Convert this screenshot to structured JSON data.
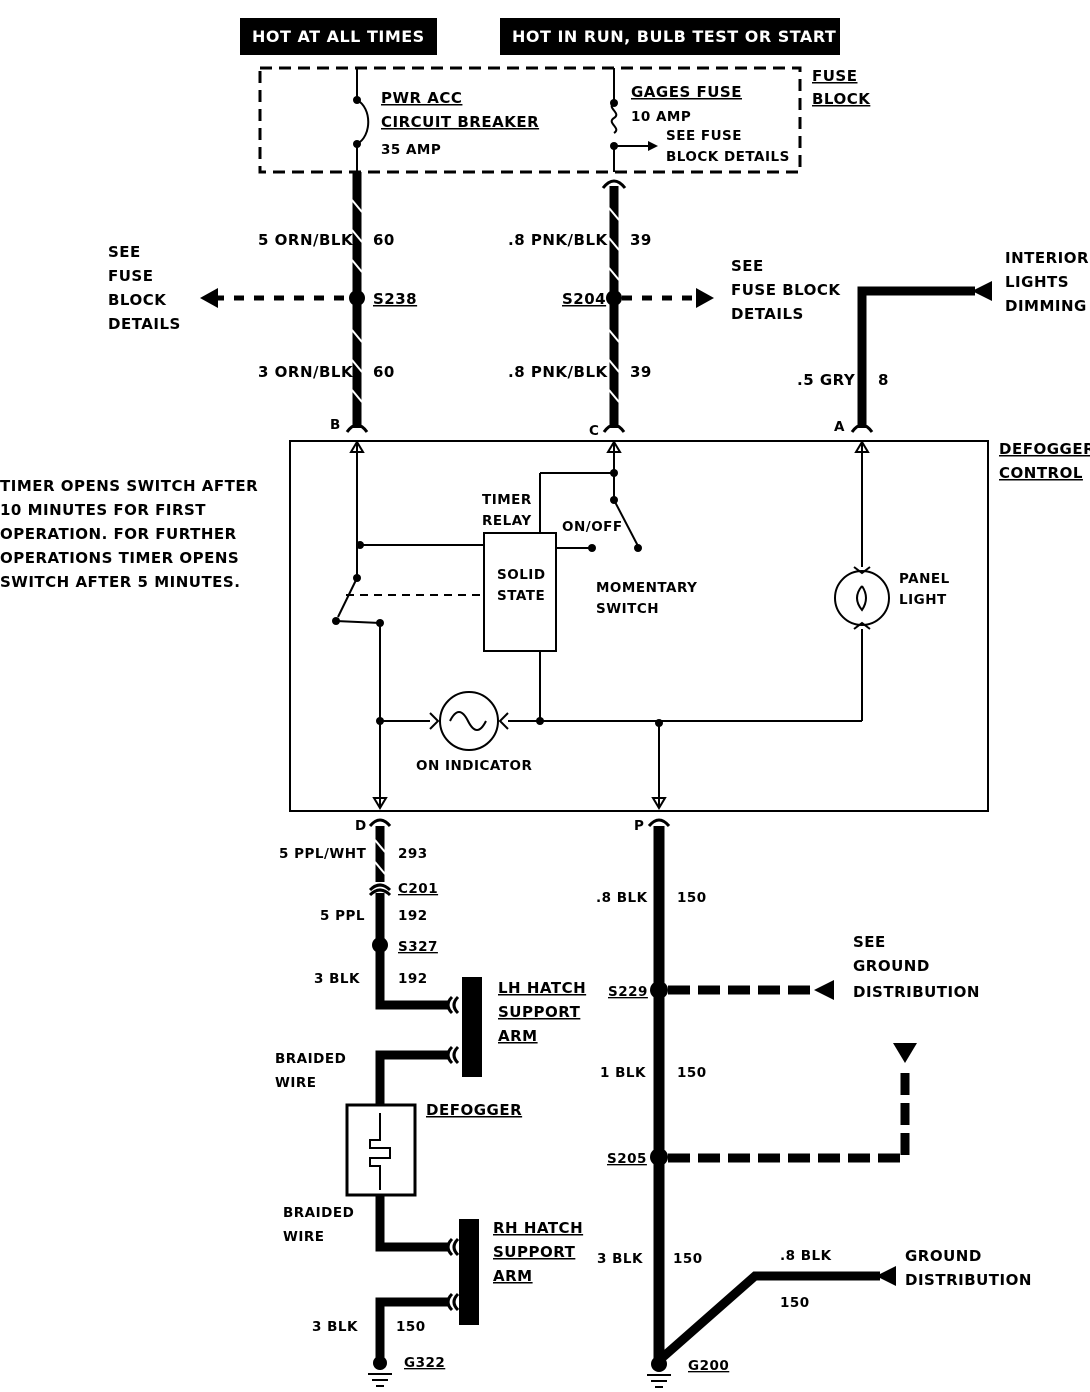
{
  "power": {
    "hot_at_all_times": "HOT AT ALL TIMES",
    "hot_in_run": "HOT IN RUN,  BULB TEST OR START"
  },
  "fuse_block": {
    "label_line1": "FUSE",
    "label_line2": "BLOCK",
    "breaker_line1": "PWR ACC",
    "breaker_line2": "CIRCUIT BREAKER",
    "breaker_rating": "35 AMP",
    "gages_fuse": "GAGES FUSE",
    "gages_rating": "10 AMP",
    "see_fuse_line1": "SEE FUSE",
    "see_fuse_line2": "BLOCK DETAILS"
  },
  "left_branch": {
    "see_line1": "SEE",
    "see_line2": "FUSE",
    "see_line3": "BLOCK",
    "see_line4": "DETAILS",
    "wire_upper": "5 ORN/BLK",
    "circuit_upper": "60",
    "splice": "S238",
    "wire_lower": "3 ORN/BLK",
    "circuit_lower": "60",
    "terminal": "B"
  },
  "center_branch": {
    "wire_upper": ".8 PNK/BLK",
    "circuit_upper": "39",
    "splice": "S204",
    "see_line1": "SEE",
    "see_line2": "FUSE BLOCK",
    "see_line3": "DETAILS",
    "wire_lower": ".8 PNK/BLK",
    "circuit_lower": "39",
    "terminal": "C"
  },
  "right_branch": {
    "dimming_line1": "INTERIOR",
    "dimming_line2": "LIGHTS",
    "dimming_line3": "DIMMING",
    "wire": ".5 GRY",
    "circuit": "8",
    "terminal": "A"
  },
  "control": {
    "label_line1": "DEFOGGER",
    "label_line2": "CONTROL",
    "timer_relay_line1": "TIMER",
    "timer_relay_line2": "RELAY",
    "solid_line1": "SOLID",
    "solid_line2": "STATE",
    "on_off": "ON/OFF",
    "momentary_line1": "MOMENTARY",
    "momentary_line2": "SWITCH",
    "panel_light_line1": "PANEL",
    "panel_light_line2": "LIGHT",
    "on_indicator": "ON INDICATOR",
    "terminal_d": "D",
    "terminal_p": "P"
  },
  "timer_note": {
    "line1": "TIMER OPENS SWITCH AFTER",
    "line2": "10 MINUTES FOR FIRST",
    "line3": "OPERATION. FOR FURTHER",
    "line4": "OPERATIONS TIMER OPENS",
    "line5": "SWITCH AFTER 5 MINUTES."
  },
  "left_lower": {
    "wire_1": "5 PPL/WHT",
    "circuit_1": "293",
    "connector": "C201",
    "wire_2": "5 PPL",
    "circuit_2": "192",
    "splice": "S327",
    "wire_3": "3 BLK",
    "circuit_3": "192",
    "lh_line1": "LH HATCH",
    "lh_line2": "SUPPORT",
    "lh_line3": "ARM",
    "braided_1_line1": "BRAIDED",
    "braided_1_line2": "WIRE",
    "defogger": "DEFOGGER",
    "braided_2_line1": "BRAIDED",
    "braided_2_line2": "WIRE",
    "rh_line1": "RH HATCH",
    "rh_line2": "SUPPORT",
    "rh_line3": "ARM",
    "wire_4": "3 BLK",
    "circuit_4": "150",
    "ground": "G322"
  },
  "right_lower": {
    "wire_1": ".8 BLK",
    "circuit_1": "150",
    "splice_1": "S229",
    "see_ground_line1": "SEE",
    "see_ground_line2": "GROUND",
    "see_ground_line3": "DISTRIBUTION",
    "wire_2": "1 BLK",
    "circuit_2": "150",
    "splice_2": "S205",
    "wire_3": "3 BLK",
    "circuit_3": "150",
    "wire_4": ".8 BLK",
    "circuit_4": "150",
    "ground_dist_line1": "GROUND",
    "ground_dist_line2": "DISTRIBUTION",
    "ground": "G200"
  }
}
